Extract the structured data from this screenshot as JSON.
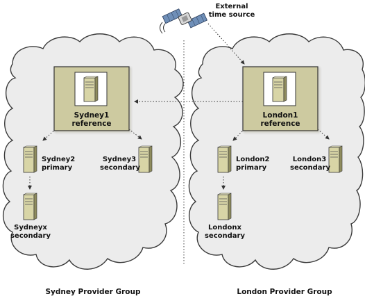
{
  "time_source": {
    "line1": "External",
    "line2": "time source",
    "icon": "satellite-icon"
  },
  "groups": [
    {
      "label": "Sydney Provider Group",
      "reference": {
        "line1": "Sydney1",
        "line2": "reference"
      },
      "primary": {
        "line1": "Sydney2",
        "line2": "primary"
      },
      "secondary": {
        "line1": "Sydney3",
        "line2": "secondary"
      },
      "secondary_x": {
        "line1": "Sydneyx",
        "line2": "secondary"
      }
    },
    {
      "label": "London Provider Group",
      "reference": {
        "line1": "London1",
        "line2": "reference"
      },
      "primary": {
        "line1": "London2",
        "line2": "primary"
      },
      "secondary": {
        "line1": "London3",
        "line2": "secondary"
      },
      "secondary_x": {
        "line1": "Londonx",
        "line2": "secondary"
      }
    }
  ],
  "colors": {
    "cloud_fill": "#ececec",
    "cloud_stroke": "#3a3a3a",
    "reference_box": "#cdcaa0",
    "server_body": "#d8d5a6",
    "server_dark": "#8f8c5e",
    "connector": "#333333"
  }
}
